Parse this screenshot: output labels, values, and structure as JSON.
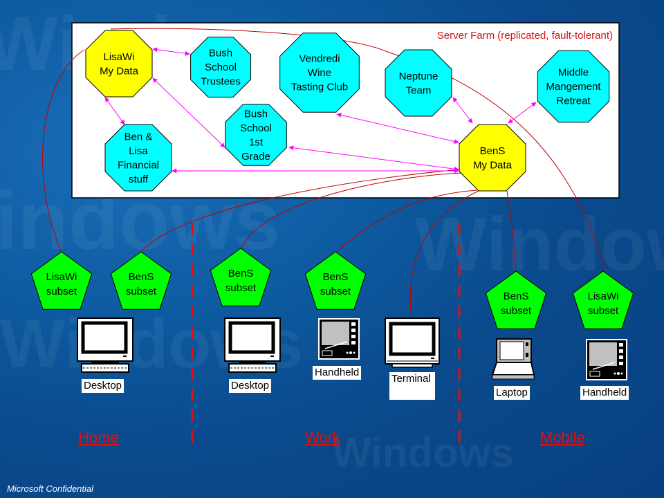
{
  "colors": {
    "background": "#0a4a8c",
    "personal_node": "#ffff00",
    "shared_node": "#00ffff",
    "subset_node": "#00ff00",
    "sync_link": "#ff00ff",
    "replication_link": "#c00000",
    "location_label": "#e01010"
  },
  "server_farm": {
    "title": "Server Farm (replicated, fault-tolerant)",
    "nodes": [
      {
        "id": "lisawi",
        "type": "personal",
        "lines": [
          "LisaWi",
          "My Data"
        ]
      },
      {
        "id": "bush-trustees",
        "type": "shared",
        "lines": [
          "Bush",
          "School",
          "Trustees"
        ]
      },
      {
        "id": "vendredi",
        "type": "shared",
        "lines": [
          "Vendredi",
          "Wine",
          "Tasting Club"
        ]
      },
      {
        "id": "neptune",
        "type": "shared",
        "lines": [
          "Neptune",
          "Team"
        ]
      },
      {
        "id": "middle-mgmt",
        "type": "shared",
        "lines": [
          "Middle",
          "Mangement",
          "Retreat"
        ]
      },
      {
        "id": "ben-lisa",
        "type": "shared",
        "lines": [
          "Ben &",
          "Lisa",
          "Financial",
          "stuff"
        ]
      },
      {
        "id": "bush-1st",
        "type": "shared",
        "lines": [
          "Bush",
          "School",
          "1st",
          "Grade"
        ]
      },
      {
        "id": "bens",
        "type": "personal",
        "lines": [
          "BenS",
          "My Data"
        ]
      }
    ],
    "sync_links": [
      [
        "lisawi",
        "bush-trustees"
      ],
      [
        "lisawi",
        "ben-lisa"
      ],
      [
        "lisawi",
        "bush-1st"
      ],
      [
        "bens",
        "vendredi"
      ],
      [
        "bens",
        "neptune"
      ],
      [
        "bens",
        "middle-mgmt"
      ],
      [
        "bens",
        "bush-1st"
      ],
      [
        "bens",
        "ben-lisa"
      ]
    ]
  },
  "subsets": [
    {
      "id": "home-lisawi",
      "lines": [
        "LisaWi",
        "subset"
      ],
      "source": "lisawi"
    },
    {
      "id": "home-bens",
      "lines": [
        "BenS",
        "subset"
      ],
      "source": "bens"
    },
    {
      "id": "work-bens-1",
      "lines": [
        "BenS",
        "subset"
      ],
      "source": "bens"
    },
    {
      "id": "work-bens-2",
      "lines": [
        "BenS",
        "subset"
      ],
      "source": "bens"
    },
    {
      "id": "mobile-bens",
      "lines": [
        "BenS",
        "subset"
      ],
      "source": "bens"
    },
    {
      "id": "mobile-lisawi",
      "lines": [
        "LisaWi",
        "subset"
      ],
      "source": "lisawi"
    }
  ],
  "devices": [
    {
      "id": "home-desktop",
      "type": "desktop-icon",
      "label": "Desktop"
    },
    {
      "id": "work-desktop",
      "type": "desktop-icon",
      "label": "Desktop"
    },
    {
      "id": "work-handheld",
      "type": "handheld-icon",
      "label": "Handheld"
    },
    {
      "id": "work-terminal",
      "type": "terminal-icon",
      "label": "Terminal"
    },
    {
      "id": "mobile-laptop",
      "type": "laptop-icon",
      "label": "Laptop"
    },
    {
      "id": "mobile-handheld",
      "type": "handheld-icon",
      "label": "Handheld"
    }
  ],
  "locations": [
    {
      "id": "home",
      "label": "Home"
    },
    {
      "id": "work",
      "label": "Work"
    },
    {
      "id": "mobile",
      "label": "Mobile"
    }
  ],
  "background_watermark": [
    "Windows",
    "Windows",
    "Windows",
    "Windows",
    "Windows"
  ],
  "footer": "Microsoft Confidential"
}
